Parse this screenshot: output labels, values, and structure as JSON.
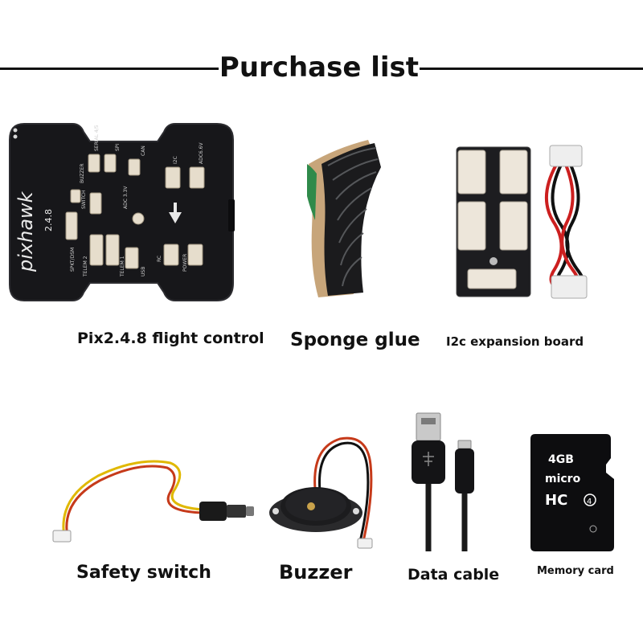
{
  "header": {
    "title": "Purchase list"
  },
  "fc_board": {
    "brand": "pixhawk",
    "version": "2.4.8",
    "ports": [
      "BUZZER",
      "SERIAL 4/5",
      "SPI",
      "CAN",
      "I2C",
      "ADC6.6V",
      "SWITCH",
      "ADC 3.3V",
      "SPKT/DSM",
      "TELEM 2",
      "TELEM 1",
      "USB",
      "RC",
      "POWER"
    ]
  },
  "sd_card": {
    "capacity": "4GB",
    "brand": "micro",
    "class_mark": "HC",
    "class_num": "4"
  },
  "items": [
    {
      "label": "Pix2.4.8 flight control"
    },
    {
      "label": "Sponge glue"
    },
    {
      "label": "I2c expansion board"
    },
    {
      "label": "Safety switch"
    },
    {
      "label": "Buzzer"
    },
    {
      "label": "Data cable"
    },
    {
      "label": "Memory card"
    }
  ]
}
